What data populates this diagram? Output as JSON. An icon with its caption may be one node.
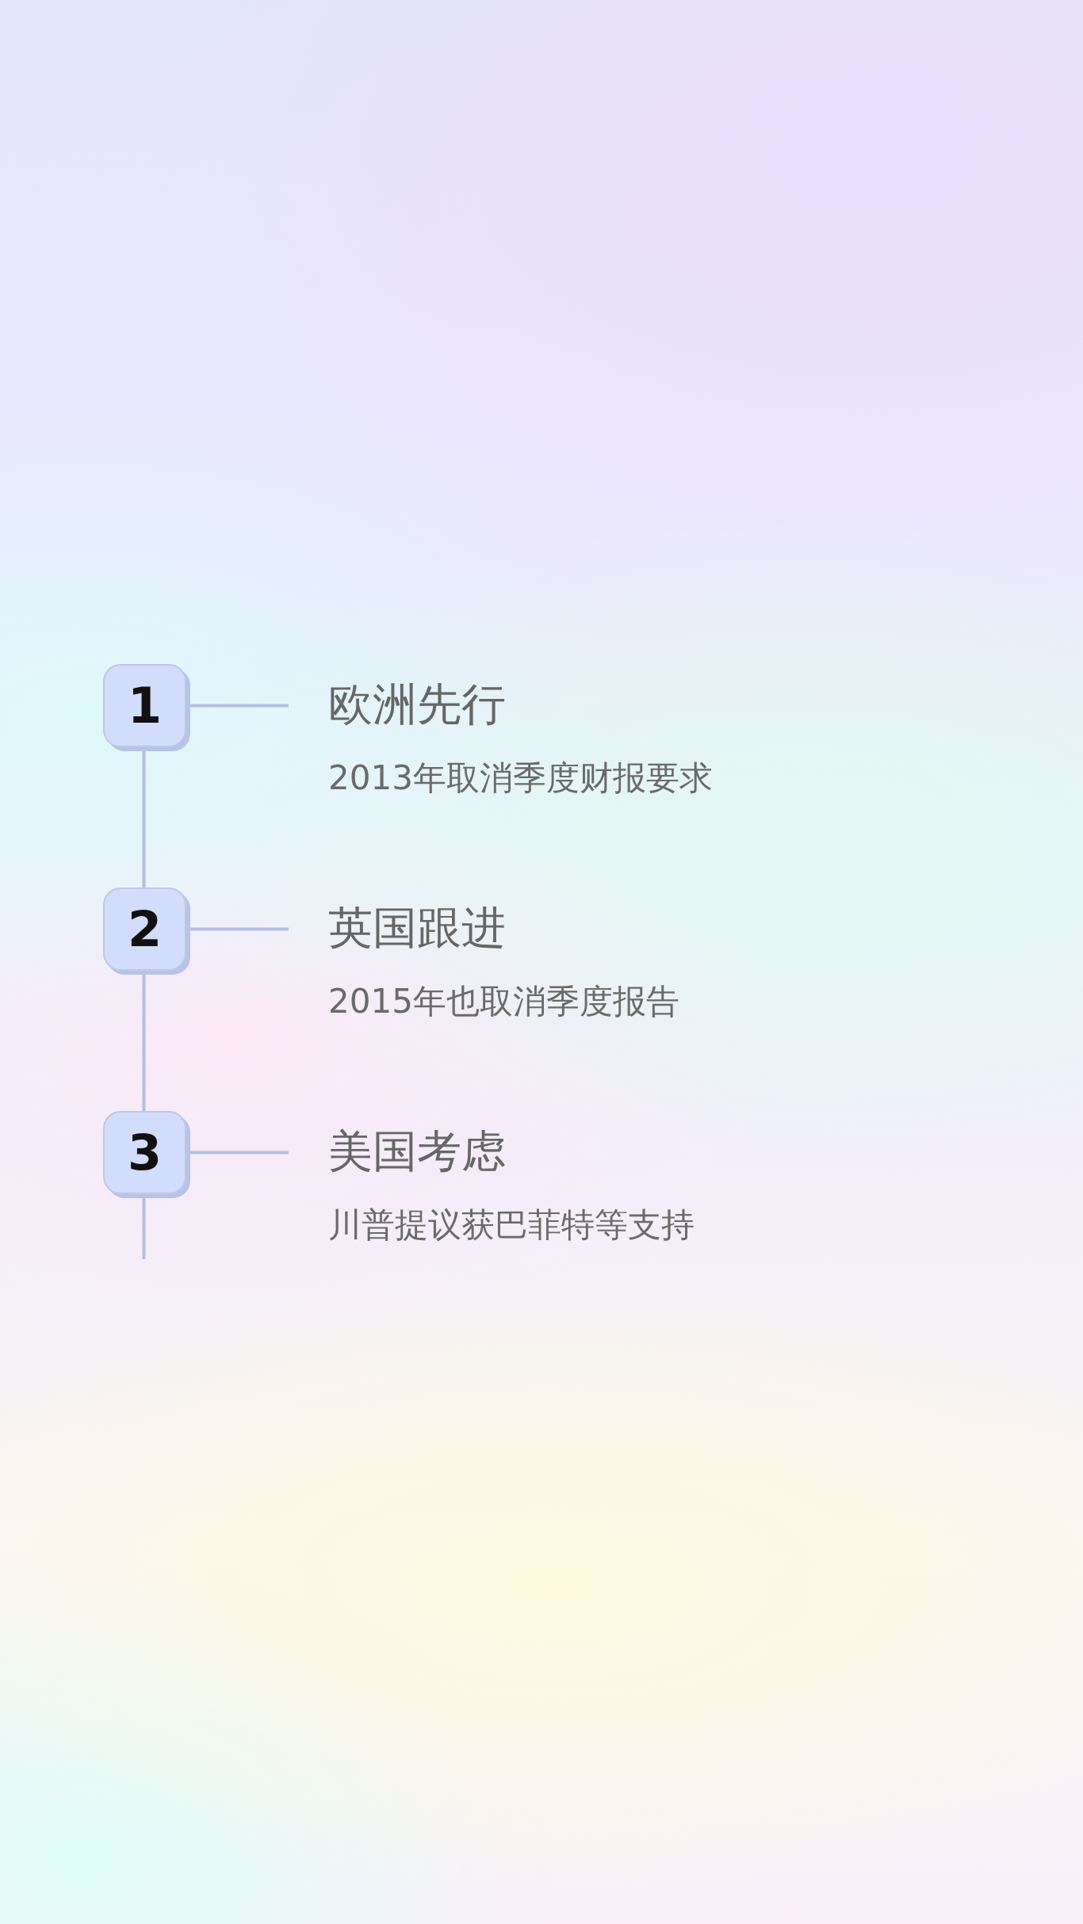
{
  "diagram": {
    "nodes": [
      {
        "text": [
          "1"
        ]
      },
      {
        "text": [
          "欧洲先行",
          "2013年取消季度财报要求"
        ]
      },
      {
        "text": [
          "2"
        ]
      },
      {
        "text": [
          "英国跟进",
          "2015年也取消季度报告"
        ]
      },
      {
        "text": [
          "3"
        ]
      },
      {
        "text": [
          "美国考虑",
          "川普提议获巴菲特等支持"
        ]
      }
    ],
    "edges": [
      {
        "from": 0,
        "to": 1,
        "arrow": "none"
      },
      {
        "from": 0,
        "to": 2,
        "arrow": "none"
      },
      {
        "from": 2,
        "to": 3,
        "arrow": "none"
      },
      {
        "from": 2,
        "to": 4,
        "arrow": "none"
      },
      {
        "from": 4,
        "to": 5,
        "arrow": "none"
      },
      {
        "from": 4,
        "to": null,
        "arrow": "none"
      }
    ]
  }
}
